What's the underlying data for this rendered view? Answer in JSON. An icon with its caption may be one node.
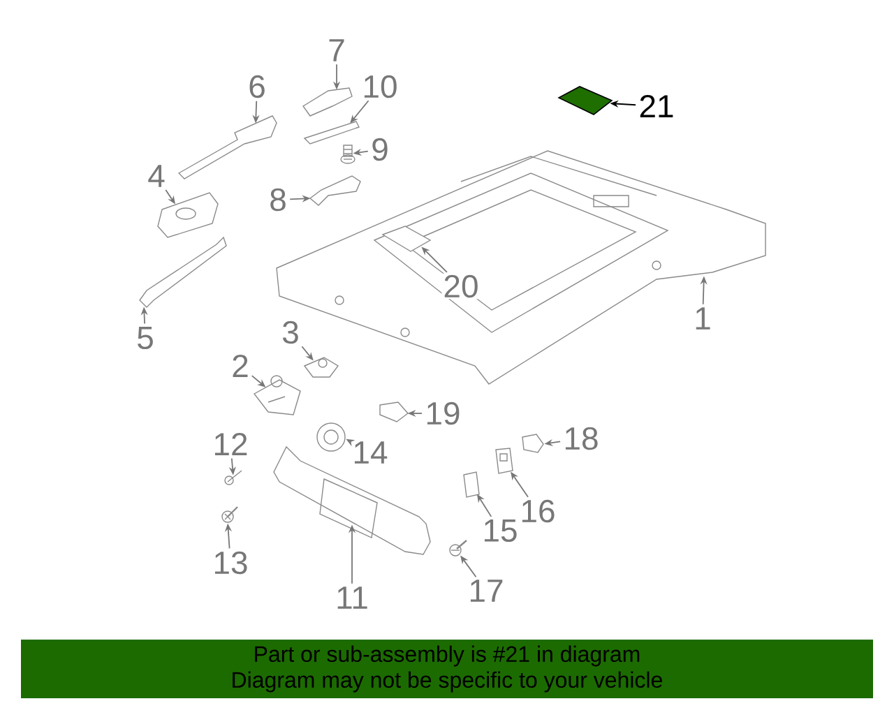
{
  "diagram": {
    "nodes": [
      {
        "text": [
          "1"
        ]
      },
      {
        "text": [
          "2"
        ]
      },
      {
        "text": [
          "3"
        ]
      },
      {
        "text": [
          "4"
        ]
      },
      {
        "text": [
          "5"
        ]
      },
      {
        "text": [
          "6"
        ]
      },
      {
        "text": [
          "7"
        ]
      },
      {
        "text": [
          "8"
        ]
      },
      {
        "text": [
          "9"
        ]
      },
      {
        "text": [
          "10"
        ]
      },
      {
        "text": [
          "11"
        ]
      },
      {
        "text": [
          "12"
        ]
      },
      {
        "text": [
          "13"
        ]
      },
      {
        "text": [
          "14"
        ]
      },
      {
        "text": [
          "15"
        ]
      },
      {
        "text": [
          "16"
        ]
      },
      {
        "text": [
          "17"
        ]
      },
      {
        "text": [
          "18"
        ]
      },
      {
        "text": [
          "19"
        ]
      },
      {
        "text": [
          "20"
        ],
        "in": 21
      },
      {
        "text": [
          "21"
        ]
      },
      {
        "text": [],
        "shape": "picture"
      },
      {
        "text": [],
        "shape": "picture"
      },
      {
        "text": [],
        "shape": "picture"
      },
      {
        "text": [],
        "shape": "picture"
      },
      {
        "text": [],
        "shape": "picture"
      },
      {
        "text": [],
        "shape": "picture"
      },
      {
        "text": [],
        "shape": "picture"
      },
      {
        "text": [],
        "shape": "picture"
      },
      {
        "text": [],
        "shape": "picture"
      },
      {
        "text": [],
        "shape": "picture"
      },
      {
        "text": [],
        "shape": "picture"
      },
      {
        "text": [],
        "shape": "picture"
      },
      {
        "text": [],
        "shape": "picture"
      },
      {
        "text": [],
        "shape": "picture"
      },
      {
        "text": [],
        "shape": "picture"
      },
      {
        "text": [],
        "shape": "picture"
      },
      {
        "text": [],
        "shape": "picture"
      },
      {
        "text": [],
        "shape": "picture"
      },
      {
        "text": [],
        "shape": "picture"
      },
      {
        "text": [],
        "shape": "picture",
        "in": 21
      },
      {
        "text": [],
        "shape": "picture"
      },
      {
        "text": [
          "Part or sub-assembly is #21 in diagram",
          "Diagram may not be specific to your vehicle"
        ]
      }
    ],
    "edges": [
      {
        "from": 0,
        "to": 21,
        "arrow": "to"
      },
      {
        "from": 1,
        "to": 22,
        "arrow": "to"
      },
      {
        "from": 2,
        "to": 23,
        "arrow": "to"
      },
      {
        "from": 3,
        "to": 24,
        "arrow": "to"
      },
      {
        "from": 4,
        "to": 25,
        "arrow": "to"
      },
      {
        "from": 5,
        "to": 26,
        "arrow": "to"
      },
      {
        "from": 6,
        "to": 27,
        "arrow": "to"
      },
      {
        "from": 7,
        "to": 28,
        "arrow": "to"
      },
      {
        "from": 8,
        "to": 29,
        "arrow": "to"
      },
      {
        "from": 9,
        "to": 30,
        "arrow": "to"
      },
      {
        "from": 10,
        "to": 31,
        "arrow": "to"
      },
      {
        "from": 11,
        "to": 32,
        "arrow": "to"
      },
      {
        "from": 12,
        "to": 33,
        "arrow": "to"
      },
      {
        "from": 13,
        "to": 34,
        "arrow": "to"
      },
      {
        "from": 14,
        "to": 35,
        "arrow": "to"
      },
      {
        "from": 15,
        "to": 36,
        "arrow": "to"
      },
      {
        "from": 16,
        "to": 37,
        "arrow": "to"
      },
      {
        "from": 17,
        "to": 38,
        "arrow": "to"
      },
      {
        "from": 18,
        "to": 39,
        "arrow": "to"
      },
      {
        "from": 19,
        "to": 40,
        "arrow": "to"
      },
      {
        "from": 20,
        "to": 41,
        "arrow": "to",
        "color": "#000000"
      }
    ]
  }
}
